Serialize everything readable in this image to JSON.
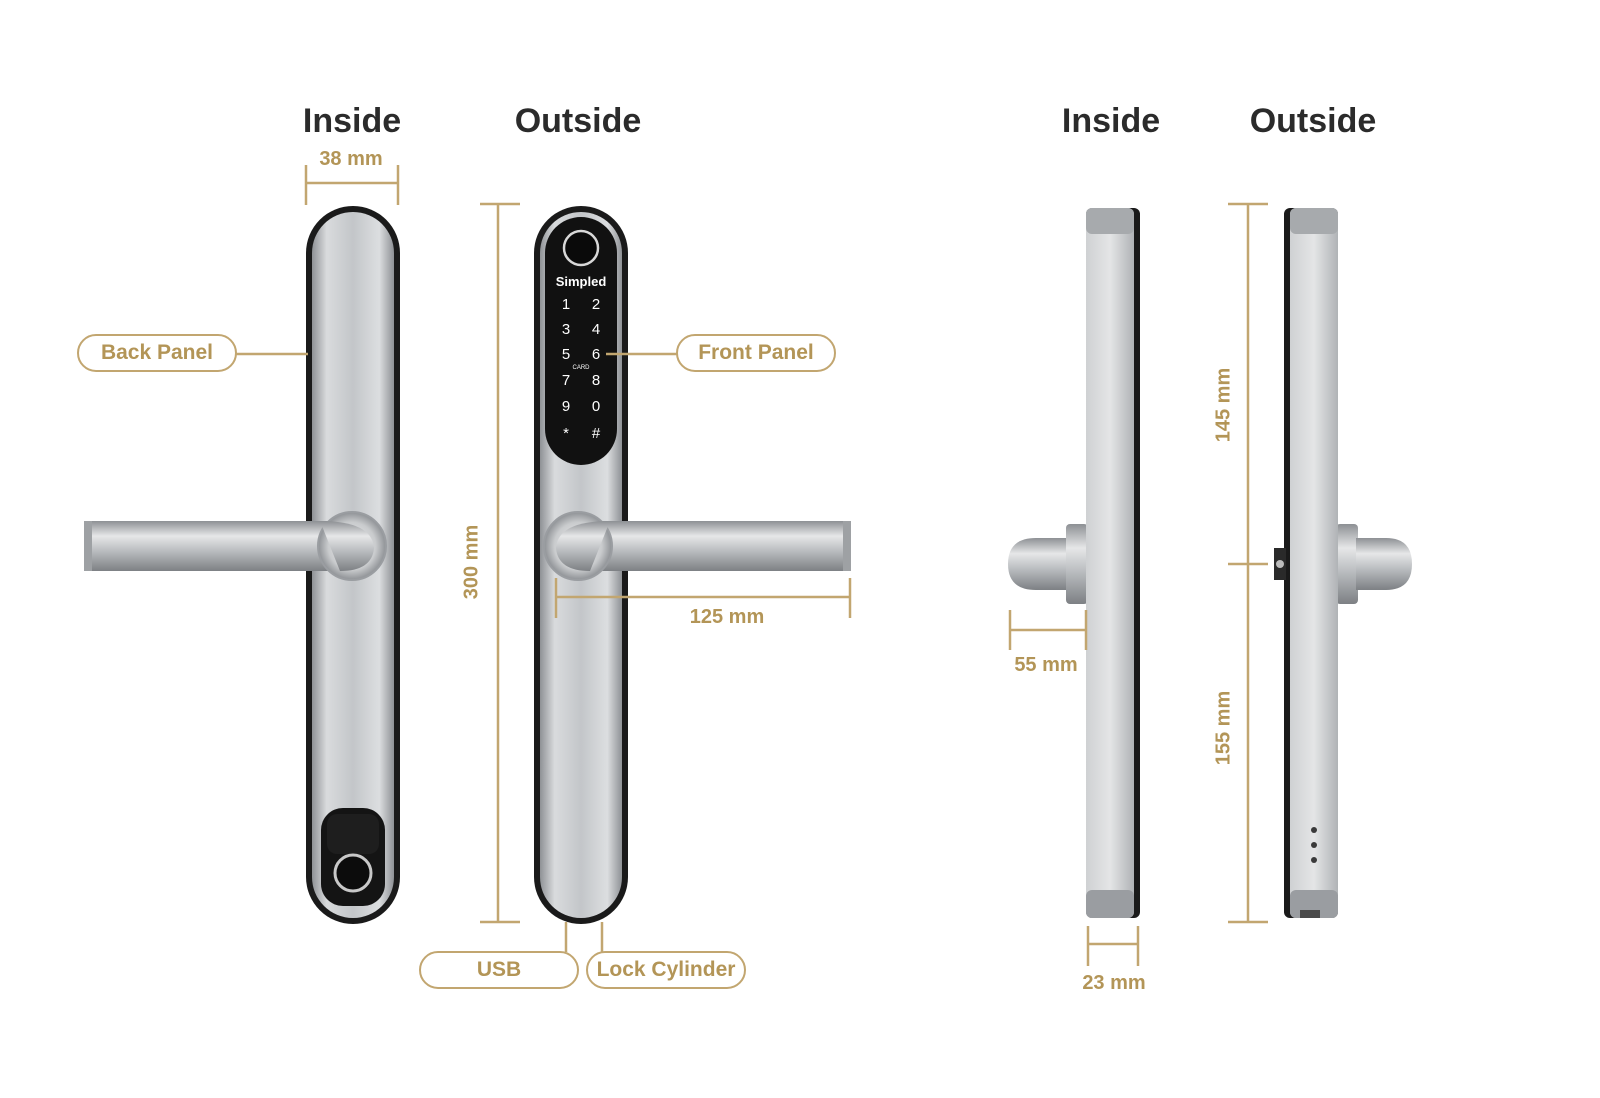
{
  "headings": {
    "front_inside": "Inside",
    "front_outside": "Outside",
    "side_inside": "Inside",
    "side_outside": "Outside"
  },
  "dimensions": {
    "panel_width": "38 mm",
    "panel_height": "300 mm",
    "handle_length": "125 mm",
    "spindle_projection": "55 mm",
    "side_thickness": "23 mm",
    "upper_height": "145 mm",
    "lower_height": "155 mm"
  },
  "callouts": {
    "back_panel": "Back Panel",
    "front_panel": "Front Panel",
    "usb": "USB",
    "lock_cylinder": "Lock Cylinder"
  },
  "device": {
    "brand": "Simpled",
    "keypad_keys": [
      "1",
      "2",
      "3",
      "4",
      "5",
      "6",
      "7",
      "8",
      "9",
      "0",
      "*",
      "#"
    ],
    "card_label": "CARD"
  },
  "colors": {
    "accent": "#c2a670",
    "text_accent": "#b39557",
    "heading": "#2b2b2b",
    "metal": "#c9cbcd",
    "panel_dark": "#141414"
  }
}
